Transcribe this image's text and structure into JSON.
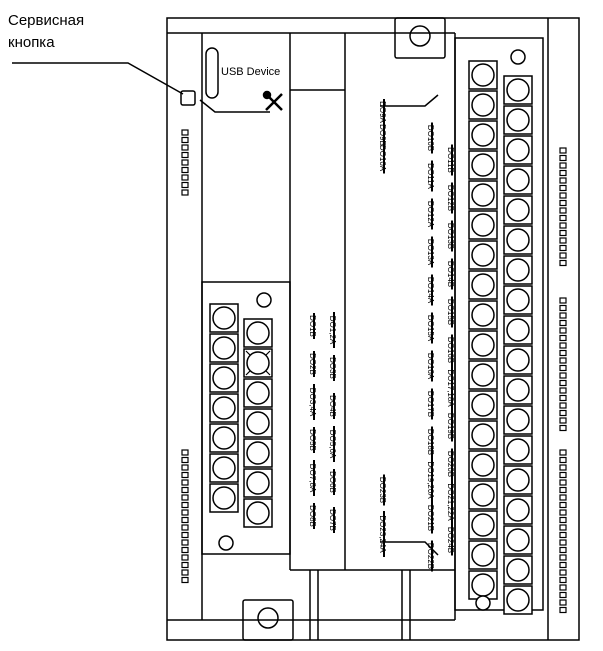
{
  "callout": {
    "line1": "Сервисная",
    "line2": "кнопка"
  },
  "usb_label": "USB Device",
  "icons": {
    "service": "screwdriver-wrench-icon"
  },
  "terminals": {
    "left_a": [
      "DO1B",
      "DO2B",
      "DO3,4A",
      "DO5B",
      "DO7,8A",
      "DO8B"
    ],
    "left_b": [
      "DO1,2A",
      "DO3B",
      "DO4B",
      "DO5,6A",
      "DO6B",
      "DO7B"
    ],
    "top": [
      "DO9A",
      "DO9B",
      "DO10A"
    ],
    "right_a": [
      "DO10B",
      "DO11A",
      "DO12A",
      "DO13A",
      "DO14A",
      "DO15A",
      "DO16A",
      "DO17B",
      "DO18B",
      "DO19,20A",
      "DO21B",
      "DO22B"
    ],
    "right_b": [
      "DO11B",
      "DO12B",
      "DO13B",
      "DO14B",
      "DO15B",
      "DO16B",
      "DO17,18A",
      "DO19B",
      "DO20B",
      "DO21,22A",
      "DO24B"
    ],
    "bottom": [
      "DO23B",
      "DO23,24A"
    ]
  }
}
